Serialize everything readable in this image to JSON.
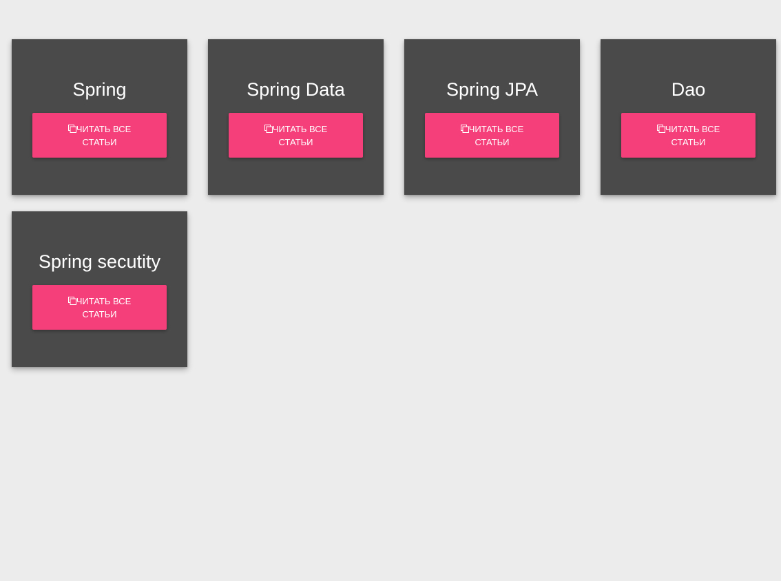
{
  "cards": [
    {
      "title": "Spring",
      "button_label": "ЧИТАТЬ ВСЕ СТАТЬИ",
      "button_icon": "copy-icon"
    },
    {
      "title": "Spring Data",
      "button_label": "ЧИТАТЬ ВСЕ СТАТЬИ",
      "button_icon": "copy-icon"
    },
    {
      "title": "Spring JPA",
      "button_label": "ЧИТАТЬ ВСЕ СТАТЬИ",
      "button_icon": "copy-icon"
    },
    {
      "title": "Dao",
      "button_label": "ЧИТАТЬ ВСЕ СТАТЬИ",
      "button_icon": "copy-icon"
    },
    {
      "title": "Spring secutity",
      "button_label": "ЧИТАТЬ ВСЕ СТАТЬИ",
      "button_icon": "copy-icon"
    }
  ],
  "colors": {
    "background": "#ececec",
    "card": "#4a4a4a",
    "accent": "#f43f7a",
    "text": "#ffffff"
  }
}
